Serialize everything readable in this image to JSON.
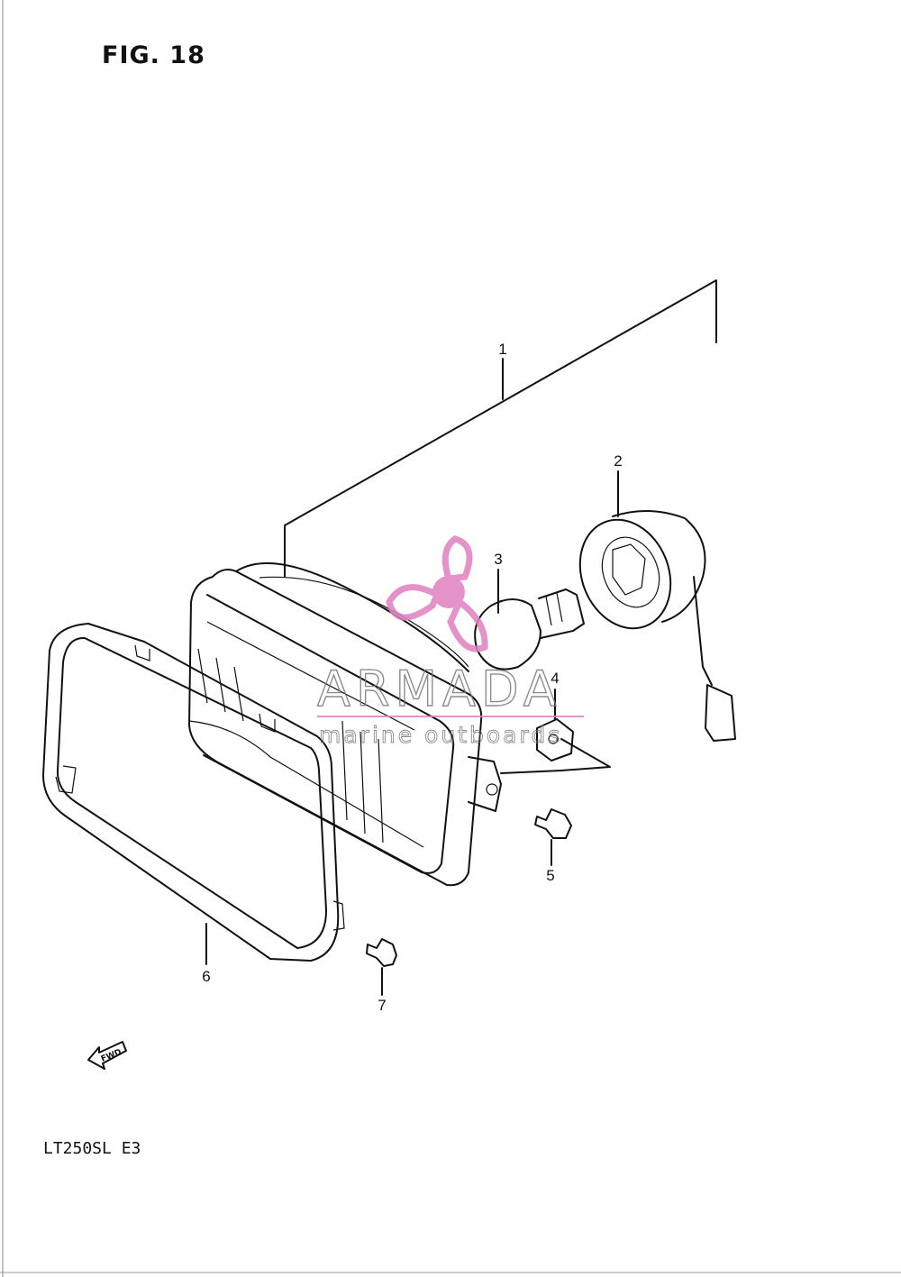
{
  "figure": {
    "title": "FIG. 18",
    "model_code": "LT250SL  E3"
  },
  "fwd_label": "FWD",
  "watermark": {
    "brand": "ARMADA",
    "tagline": "marine outboards",
    "accent": "#e07fc0"
  },
  "parts": [
    {
      "number": "1",
      "name": "headlight-assembly"
    },
    {
      "number": "2",
      "name": "bulb-socket"
    },
    {
      "number": "3",
      "name": "bulb"
    },
    {
      "number": "4",
      "name": "nut"
    },
    {
      "number": "5",
      "name": "screw"
    },
    {
      "number": "6",
      "name": "rim"
    },
    {
      "number": "7",
      "name": "screw"
    }
  ]
}
